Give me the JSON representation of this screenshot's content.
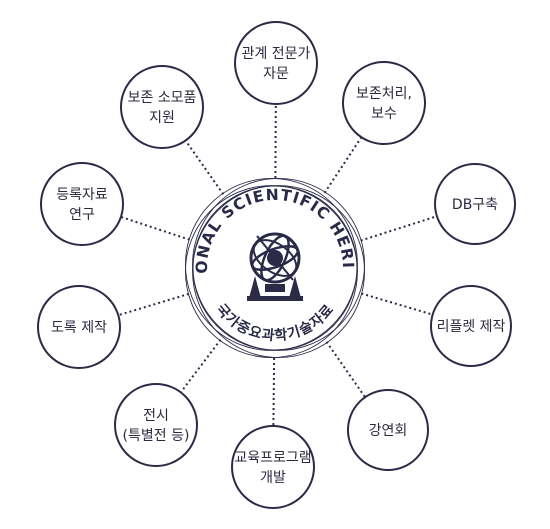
{
  "center": {
    "top_arc_text": "NATIONAL SCIENTIFIC HERITAGE",
    "bottom_arc_text": "국가중요과학기술자료",
    "emblem_icon": "armillary-sphere-icon"
  },
  "nodes": [
    {
      "id": "consult",
      "lines": [
        "관계 전문가",
        "자문"
      ]
    },
    {
      "id": "conservation",
      "lines": [
        "보존처리,",
        "보수"
      ]
    },
    {
      "id": "db",
      "lines": [
        "DB구축"
      ]
    },
    {
      "id": "leaflet",
      "lines": [
        "리플렛 제작"
      ]
    },
    {
      "id": "lecture",
      "lines": [
        "강연회"
      ]
    },
    {
      "id": "education",
      "lines": [
        "교육프로그램",
        "개발"
      ]
    },
    {
      "id": "exhibit",
      "lines": [
        "전시",
        "(특별전 등)"
      ]
    },
    {
      "id": "catalog",
      "lines": [
        "도록 제작"
      ]
    },
    {
      "id": "research",
      "lines": [
        "등록자료",
        "연구"
      ]
    },
    {
      "id": "supplies",
      "lines": [
        "보존 소모품",
        "지원"
      ]
    }
  ],
  "colors": {
    "stroke": "#2b2b48",
    "text": "#2b2b40",
    "background": "#ffffff"
  }
}
